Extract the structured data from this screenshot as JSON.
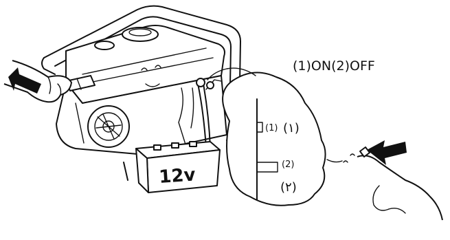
{
  "caption": "(1)ON(2)OFF",
  "battery_label": "12v",
  "switch_positions": {
    "on": {
      "latin": "(1)",
      "arabic": "(١)"
    },
    "off": {
      "latin": "(2)",
      "arabic": "(٢)"
    }
  },
  "colors": {
    "line": "#111111",
    "background": "#ffffff"
  }
}
